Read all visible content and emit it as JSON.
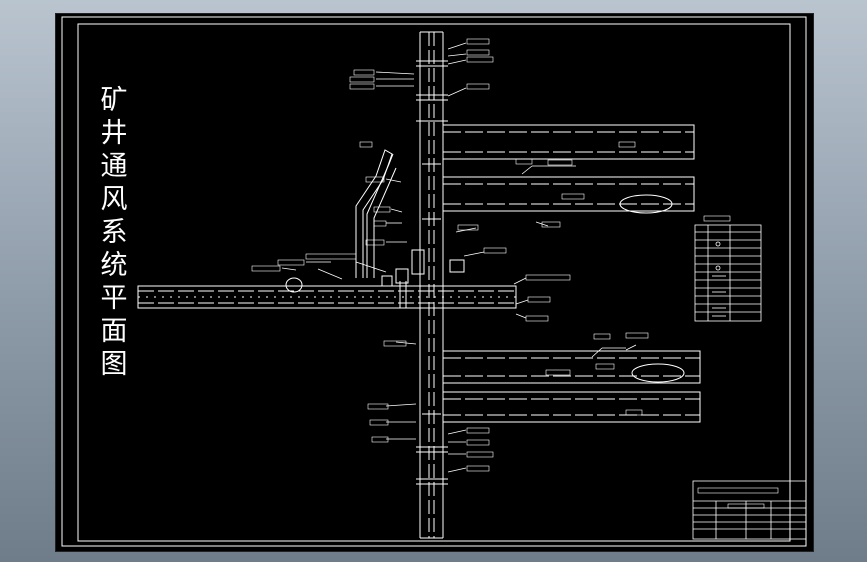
{
  "drawing": {
    "title_chars": [
      "矿",
      "井",
      "通",
      "风",
      "系",
      "统",
      "平",
      "面",
      "图"
    ],
    "title_block": {
      "caption": "矿井通风系统平面图"
    },
    "legend": {
      "title": "图例说明"
    }
  },
  "colors": {
    "background": "#000000",
    "lines": "#ffffff",
    "viewer_frame": "#8d9aa8"
  }
}
